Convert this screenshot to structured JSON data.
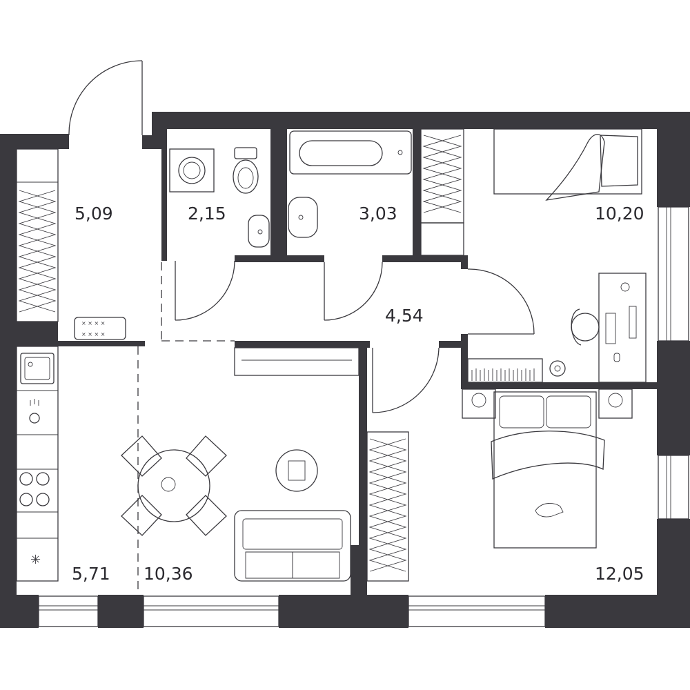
{
  "plan": {
    "rooms": [
      {
        "id": "hallway",
        "area": "5,09"
      },
      {
        "id": "wc",
        "area": "2,15"
      },
      {
        "id": "bathroom",
        "area": "3,03"
      },
      {
        "id": "corridor",
        "area": "4,54"
      },
      {
        "id": "bedroom-small",
        "area": "10,20"
      },
      {
        "id": "kitchen",
        "area": "5,71"
      },
      {
        "id": "living-room",
        "area": "10,36"
      },
      {
        "id": "bedroom-large",
        "area": "12,05"
      }
    ],
    "colors": {
      "wall": "#3a393e",
      "background": "#ffffff",
      "line": "#3a393e"
    }
  }
}
